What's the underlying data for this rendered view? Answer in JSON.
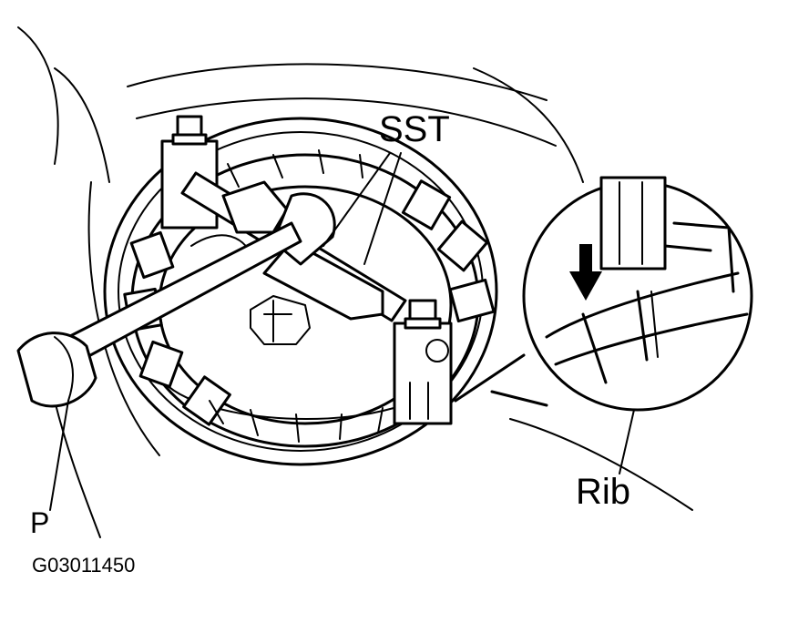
{
  "labels": {
    "sst": "SST",
    "rib": "Rib",
    "p": "P",
    "figure_code": "G03011450"
  },
  "colors": {
    "line": "#000000",
    "background": "#ffffff"
  }
}
